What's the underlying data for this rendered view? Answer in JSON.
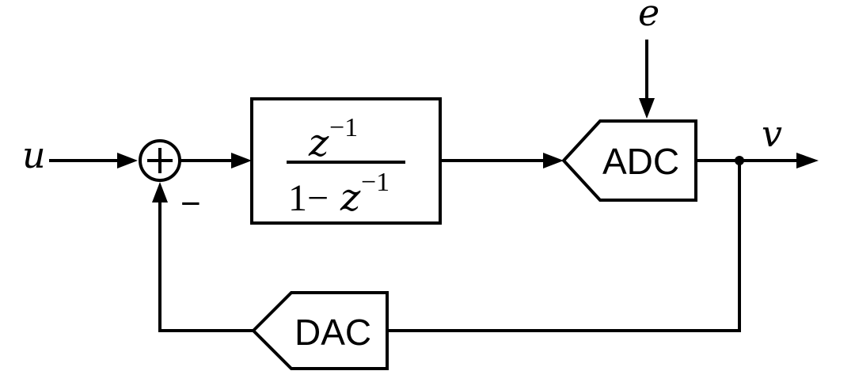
{
  "signals": {
    "input": "u",
    "noise": "e",
    "output": "v"
  },
  "summer": {
    "plus_sign": "+",
    "minus_sign": "−"
  },
  "filter": {
    "numerator_base": "z",
    "numerator_exp": "−1",
    "denominator_prefix": "1−",
    "denominator_base": "z",
    "denominator_exp": "−1"
  },
  "adc": {
    "label": "ADC"
  },
  "dac": {
    "label": "DAC"
  }
}
